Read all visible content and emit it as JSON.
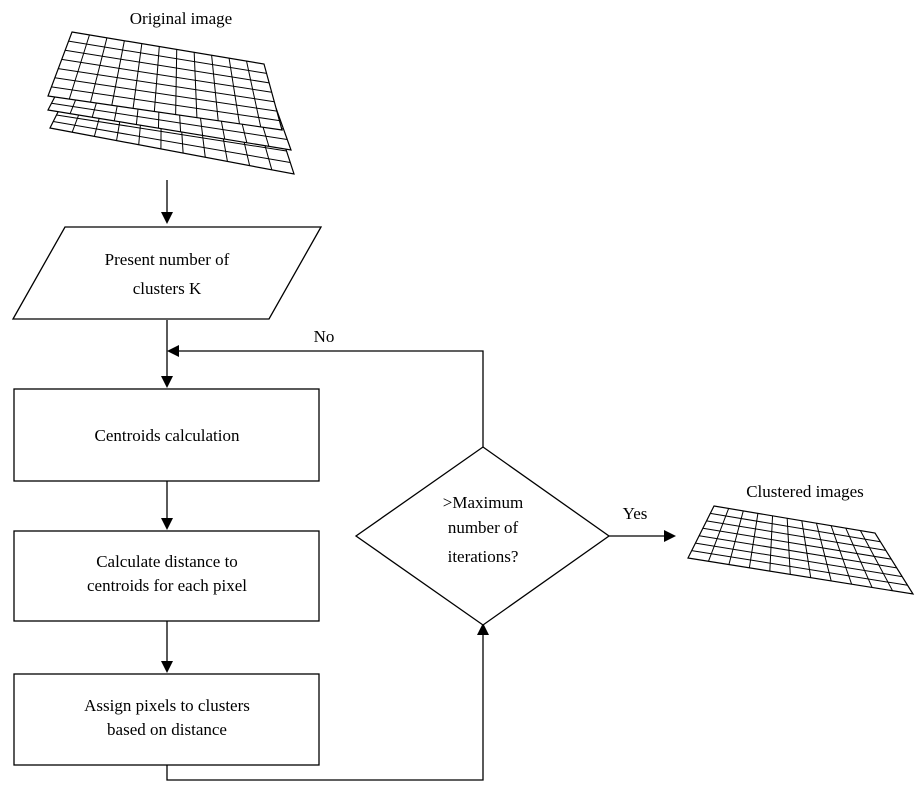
{
  "diagram": {
    "original_image_label": "Original image",
    "input_label": [
      "Present number of",
      "clusters K"
    ],
    "centroids_label": "Centroids calculation",
    "distance_label": [
      "Calculate distance to",
      "centroids for each pixel"
    ],
    "assign_label": [
      "Assign pixels to clusters",
      "based on distance"
    ],
    "decision_label": [
      ">Maximum",
      "number of",
      "iterations?"
    ],
    "no_label": "No",
    "yes_label": "Yes",
    "clustered_label": "Clustered images"
  }
}
